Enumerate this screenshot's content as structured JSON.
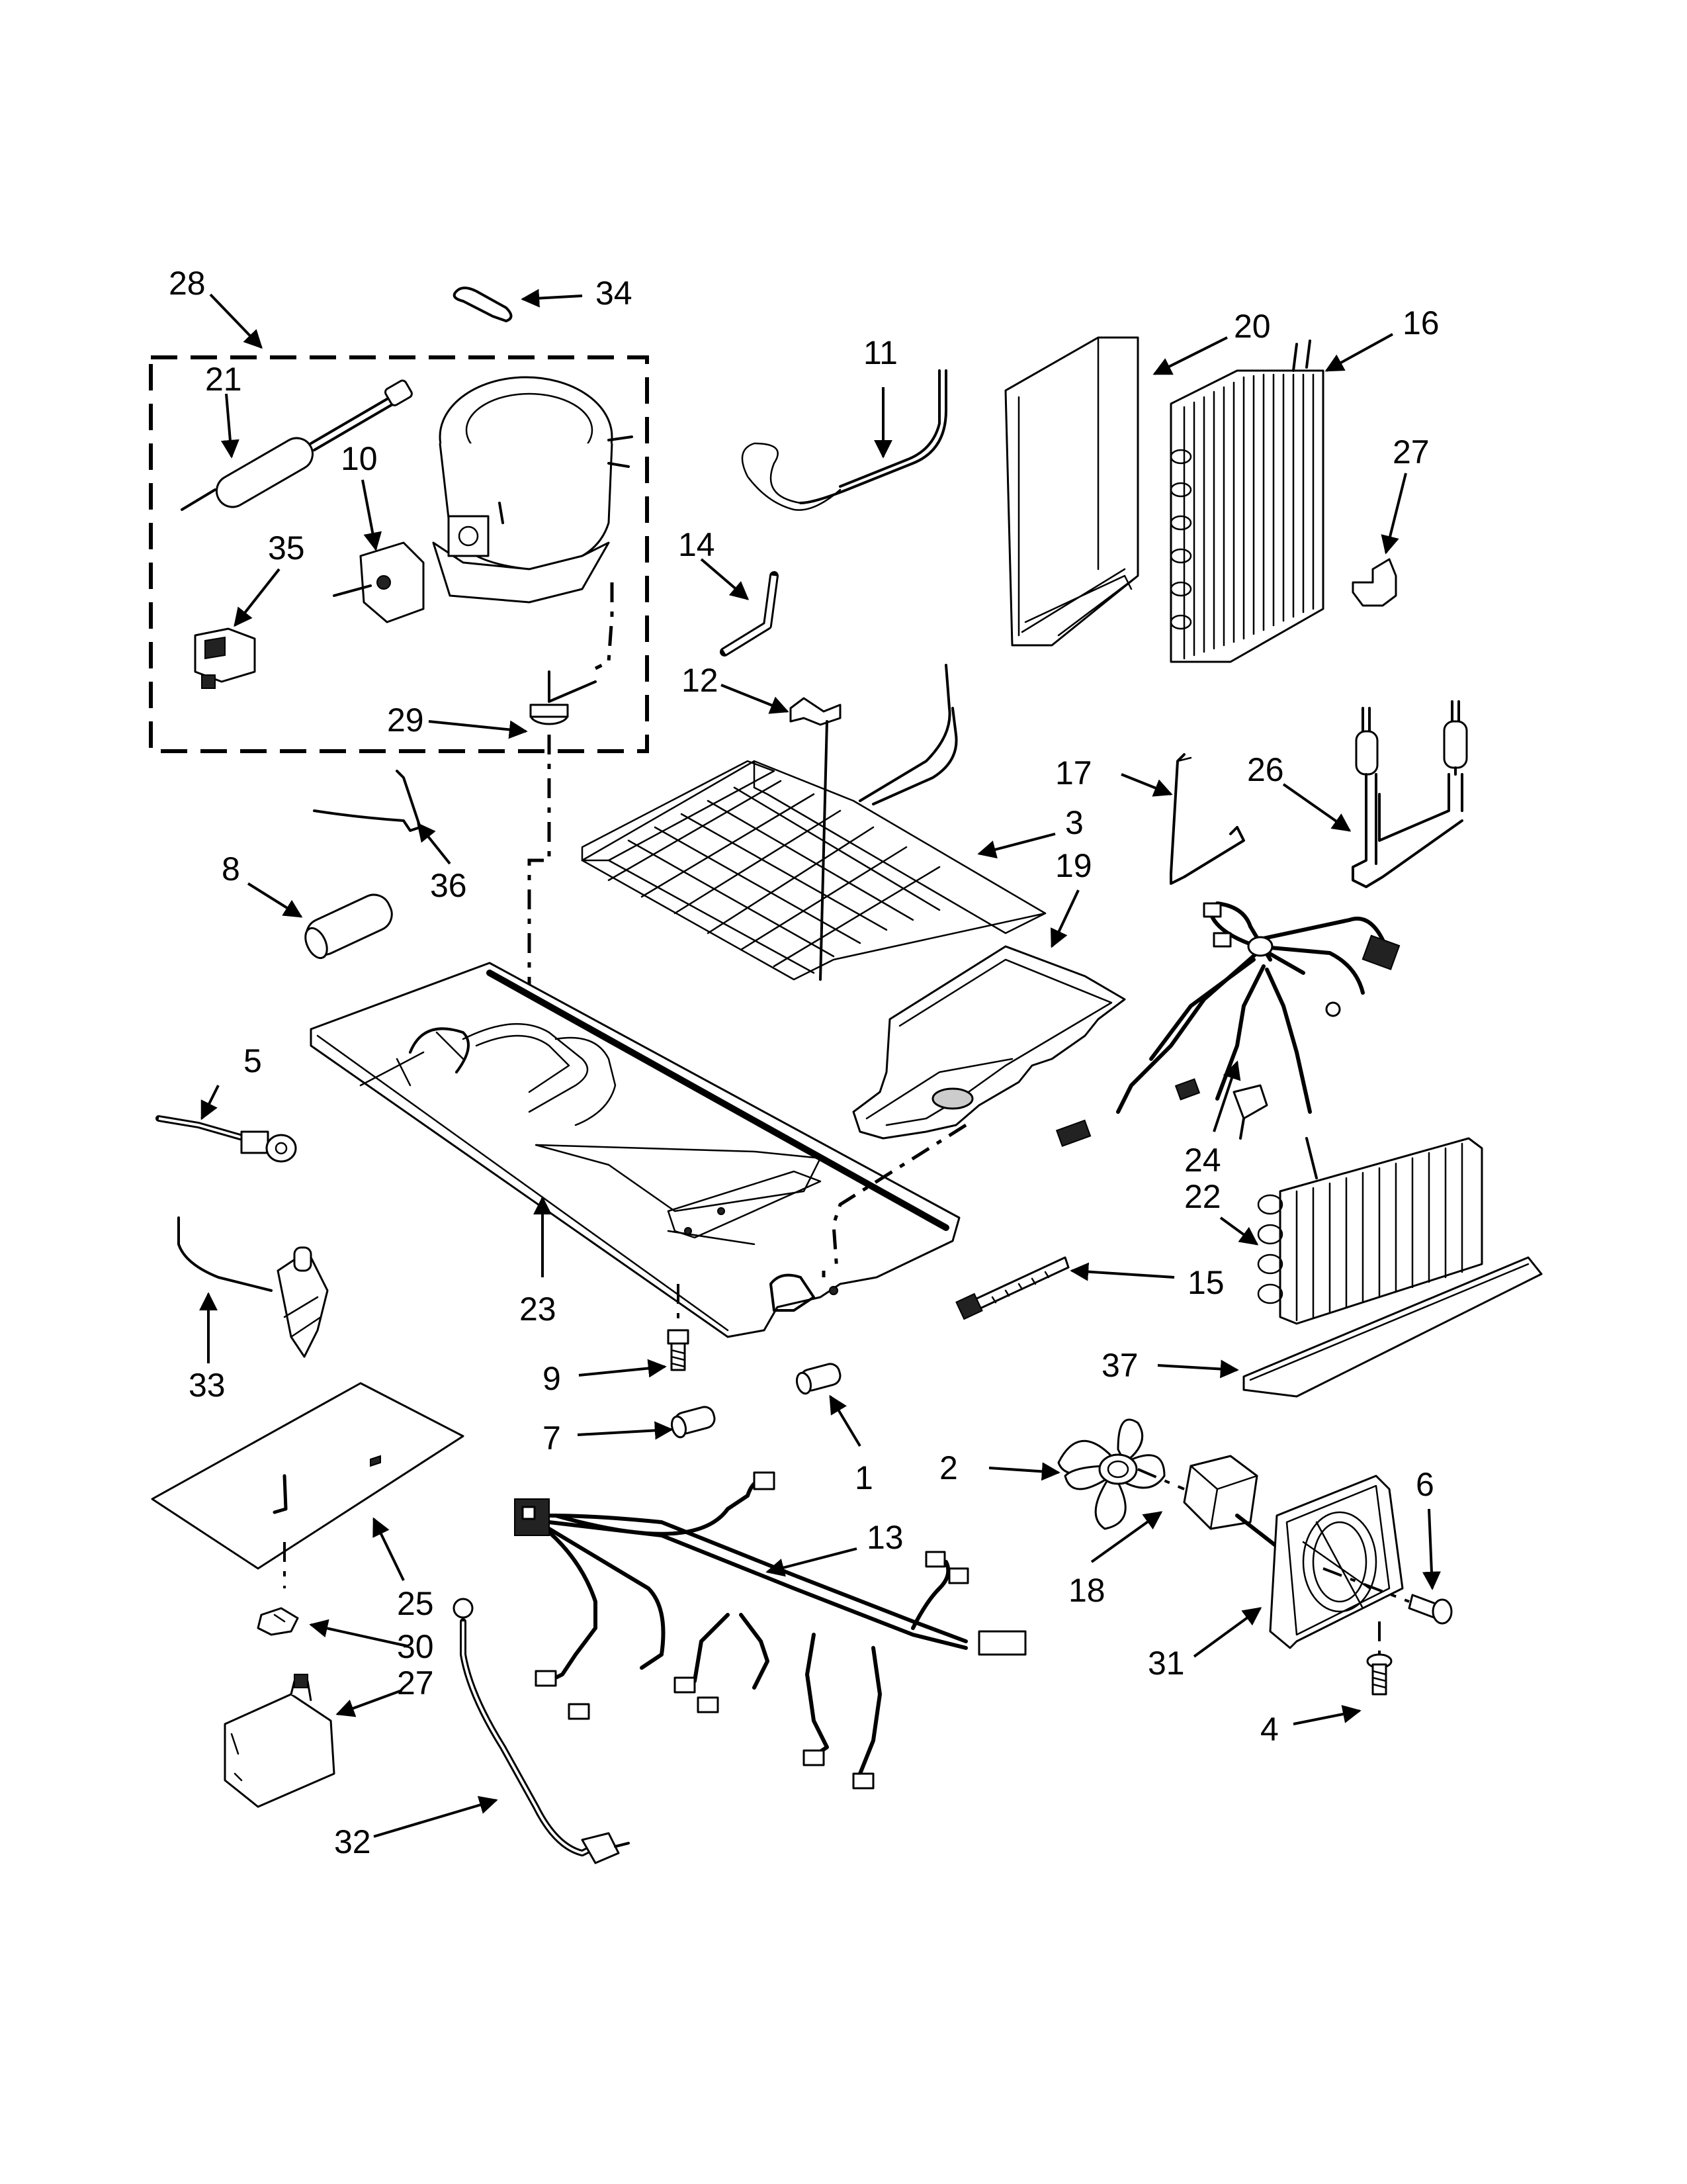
{
  "callouts": [
    {
      "number": "1"
    },
    {
      "number": "2"
    },
    {
      "number": "3"
    },
    {
      "number": "4"
    },
    {
      "number": "5"
    },
    {
      "number": "6"
    },
    {
      "number": "7"
    },
    {
      "number": "8"
    },
    {
      "number": "9"
    },
    {
      "number": "10"
    },
    {
      "number": "11"
    },
    {
      "number": "12"
    },
    {
      "number": "13"
    },
    {
      "number": "14"
    },
    {
      "number": "15"
    },
    {
      "number": "16"
    },
    {
      "number": "17"
    },
    {
      "number": "18"
    },
    {
      "number": "19"
    },
    {
      "number": "20"
    },
    {
      "number": "21"
    },
    {
      "number": "22"
    },
    {
      "number": "23"
    },
    {
      "number": "24"
    },
    {
      "number": "25"
    },
    {
      "number": "26"
    },
    {
      "number": "27"
    },
    {
      "number": "27"
    },
    {
      "number": "28"
    },
    {
      "number": "29"
    },
    {
      "number": "30"
    },
    {
      "number": "31"
    },
    {
      "number": "32"
    },
    {
      "number": "33"
    },
    {
      "number": "34"
    },
    {
      "number": "35"
    },
    {
      "number": "36"
    },
    {
      "number": "37"
    }
  ]
}
